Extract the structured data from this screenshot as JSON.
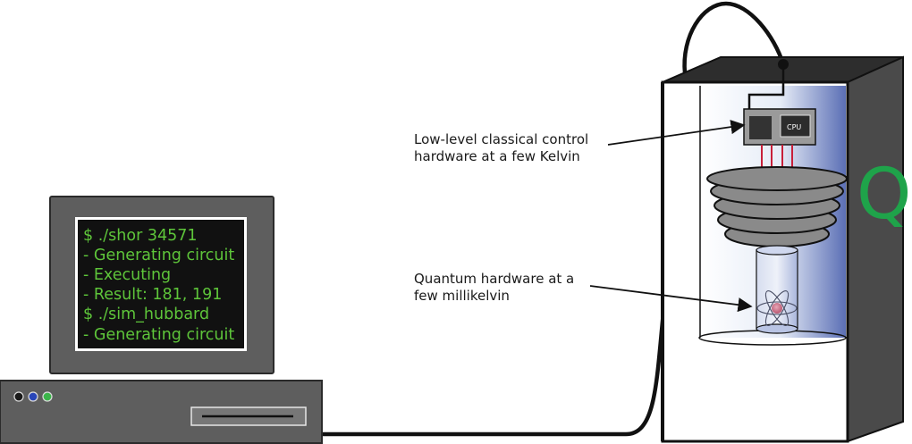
{
  "terminal": {
    "lines": [
      "$ ./shor 34571",
      "- Generating circuit",
      "- Executing",
      "- Result: 181, 191",
      "$ ./sim_hubbard",
      "- Generating circuit"
    ]
  },
  "annotations": {
    "classical": {
      "line1": "Low-level classical control",
      "line2": "hardware at a few Kelvin"
    },
    "quantum": {
      "line1": "Quantum hardware at a",
      "line2": "few millikelvin"
    }
  },
  "cpu_chip": {
    "label": "CPU"
  },
  "cabinet": {
    "logo_letter": "Q"
  },
  "colors": {
    "terminal_text": "#5ec53a",
    "terminal_bg": "#111111",
    "monitor_bezel": "#5e5e5e",
    "logo": "#1fa34a",
    "control_lines": "#c8203a",
    "led_black": "#1a1a1a",
    "led_blue": "#2946b8",
    "led_green": "#3bb54a"
  }
}
